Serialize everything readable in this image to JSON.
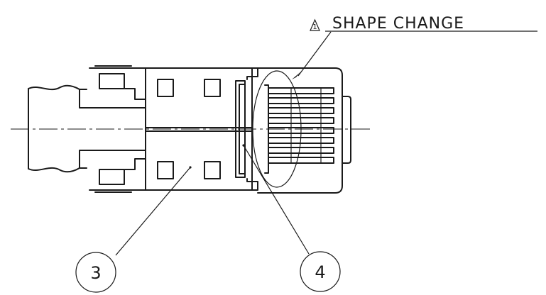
{
  "revision_note": {
    "symbol": "1",
    "text": "SHAPE  CHANGE"
  },
  "balloons": [
    {
      "label": "3"
    },
    {
      "label": "4"
    }
  ]
}
